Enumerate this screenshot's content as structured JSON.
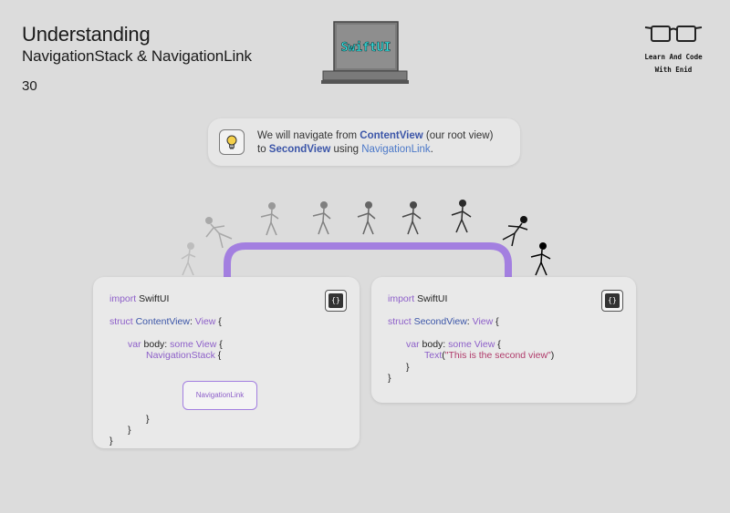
{
  "header": {
    "title_line1": "Understanding",
    "title_line2": "NavigationStack & NavigationLink",
    "page_number": "30"
  },
  "laptop": {
    "screen_text": "SwiftUI"
  },
  "brand": {
    "line1": "Learn And Code",
    "line2": "With Enid"
  },
  "callout": {
    "icon": "lightbulb-icon",
    "text_1": "We will navigate from ",
    "content_view": "ContentView",
    "text_2": " (our root view)",
    "text_3": "to ",
    "second_view": "SecondView",
    "text_4": " using ",
    "navigation_link": "NavigationLink",
    "text_5": "."
  },
  "card_content_view": {
    "icon": "code-braces-icon",
    "icon_text": "{}",
    "import_kw": "import",
    "import_mod": "SwiftUI",
    "struct_kw": "struct",
    "struct_name": "ContentView",
    "colon": ":",
    "view_type": "View",
    "open_brace": "{",
    "var_kw": "var",
    "body_text": "body:",
    "some_kw": "some",
    "body_type": "View",
    "body_brace": "{",
    "nav_stack": "NavigationStack",
    "nav_brace": "{",
    "nav_link_label": "NavigationLink",
    "close_1": "}",
    "close_2": "}",
    "close_3": "}"
  },
  "card_second_view": {
    "icon": "code-braces-icon",
    "icon_text": "{}",
    "import_kw": "import",
    "import_mod": "SwiftUI",
    "struct_kw": "struct",
    "struct_name": "SecondView",
    "colon": ":",
    "view_type": "View",
    "open_brace": "{",
    "var_kw": "var",
    "body_text": "body:",
    "some_kw": "some",
    "body_type": "View",
    "body_brace": "{",
    "text_fn": "Text",
    "text_open": "(",
    "text_str": "\"This is the second view\"",
    "text_close": ")",
    "close_1": "}",
    "close_2": "}"
  },
  "colors": {
    "background": "#dcdcdc",
    "accent_purple": "#a37fe0",
    "keyword": "#8d5fc9",
    "type": "#3b55a8",
    "string": "#b03a6a"
  }
}
